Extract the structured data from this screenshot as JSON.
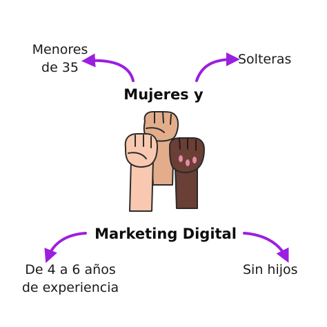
{
  "title": {
    "line1": "Mujeres y",
    "line2": "Marketing Digital"
  },
  "nodes": {
    "top_left": [
      "Menores",
      "de 35"
    ],
    "top_right": [
      "Solteras"
    ],
    "bottom_left": [
      "De 4 a 6 años",
      "de experiencia"
    ],
    "bottom_right": [
      "Sin hijos"
    ]
  },
  "colors": {
    "arrow": "#9b1fe0",
    "text": "#1a1a1a"
  },
  "illustration": "raised-fists-icon"
}
